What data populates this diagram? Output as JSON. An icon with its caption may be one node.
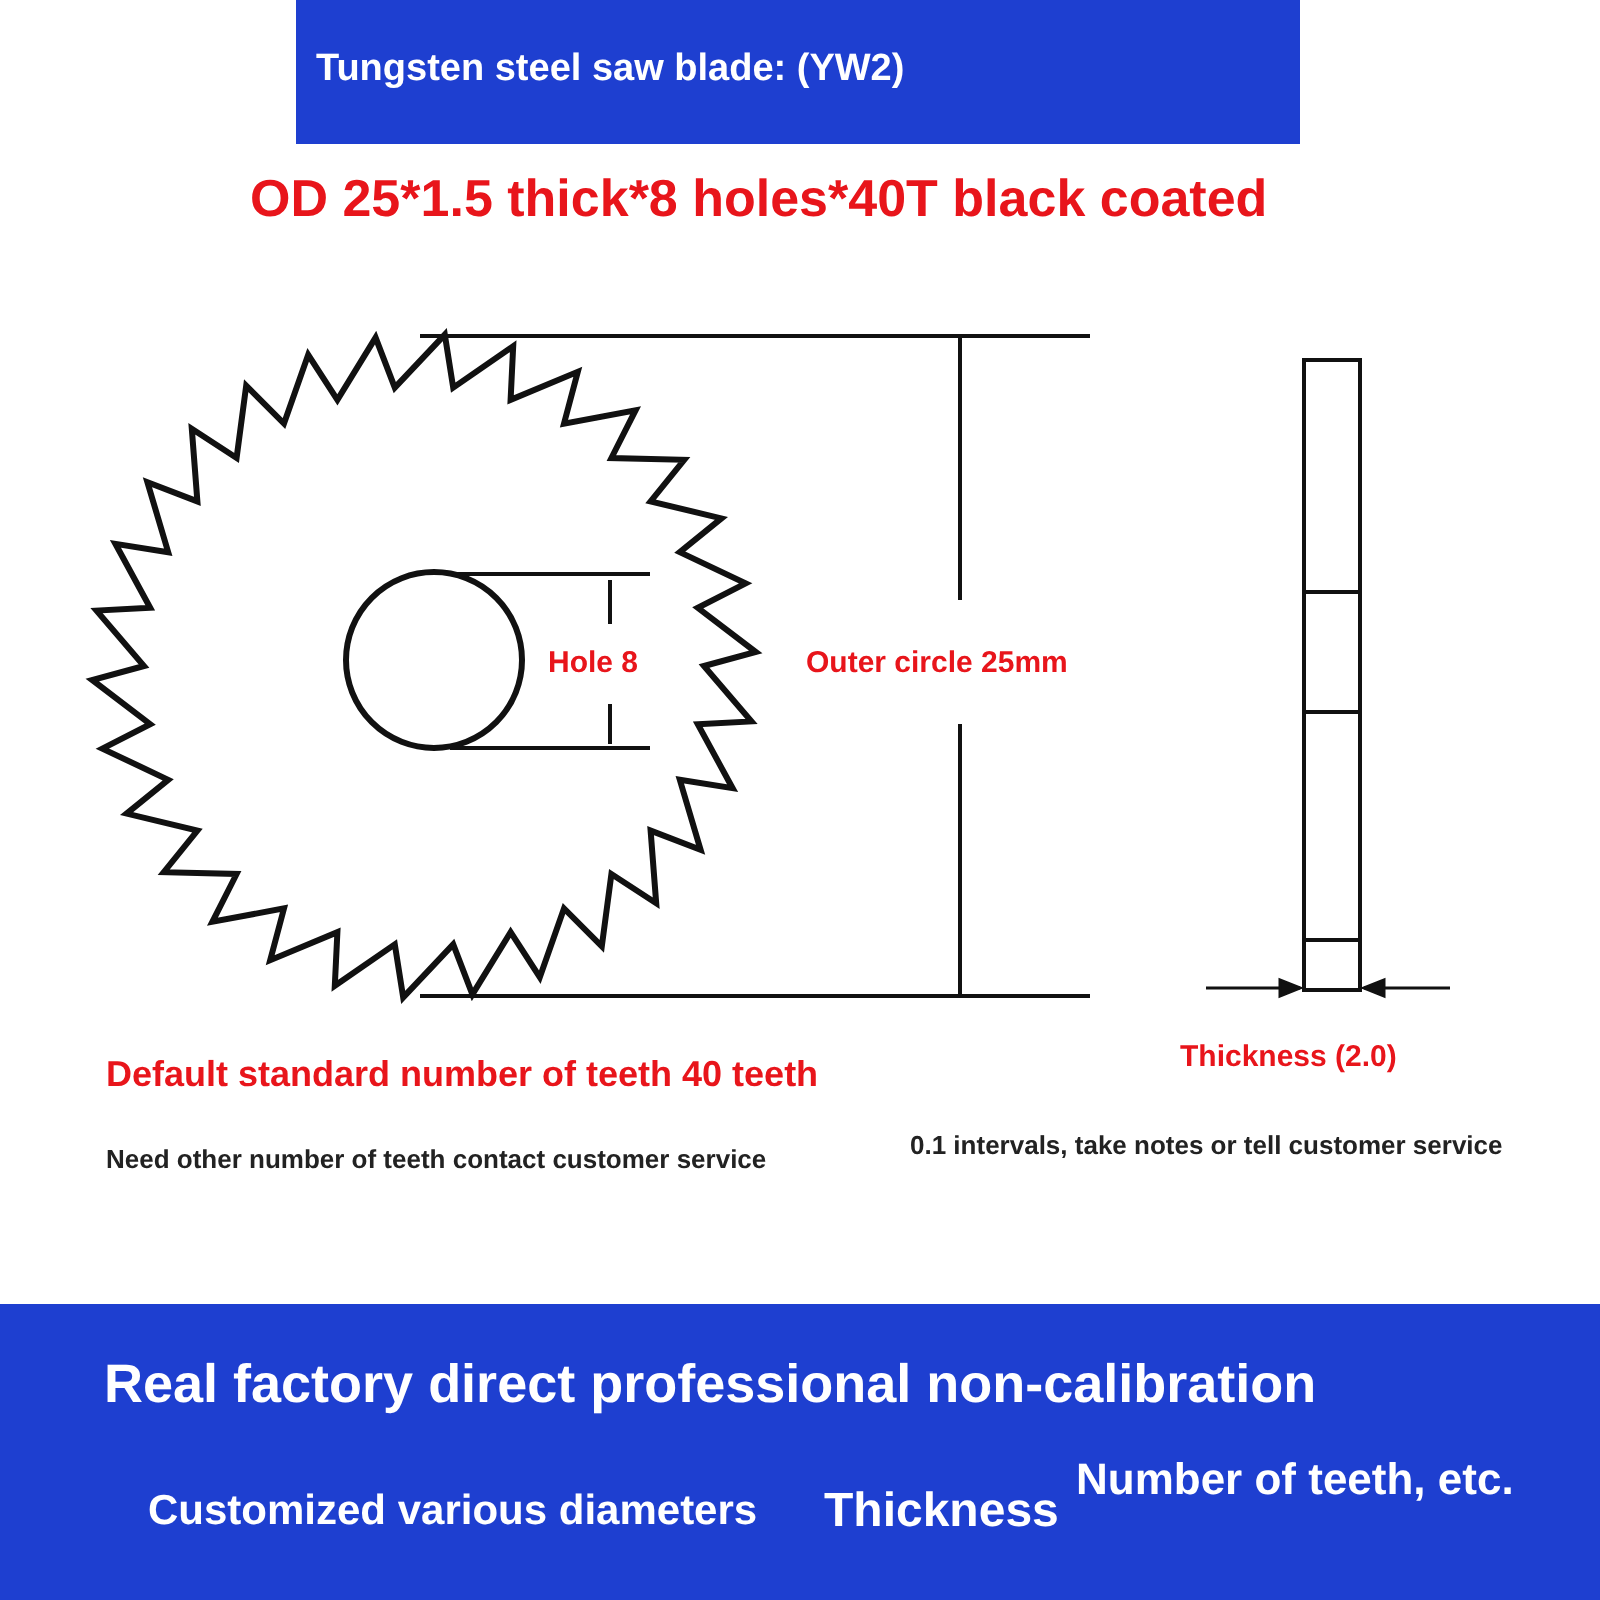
{
  "diagram": {
    "title": "Tungsten steel saw blade: (YW2)",
    "labels": [
      "OD 25*1.5 thick*8 holes*40T black coated",
      "Hole 8",
      "Outer circle 25mm",
      "Thickness (2.0)",
      "Default standard number of teeth 40 teeth",
      "Need other number of teeth contact customer service",
      "0.1 intervals, take notes or tell customer service",
      "Real factory direct professional non-calibration",
      "Customized various diameters",
      "Thickness",
      "Number of teeth, etc."
    ]
  }
}
